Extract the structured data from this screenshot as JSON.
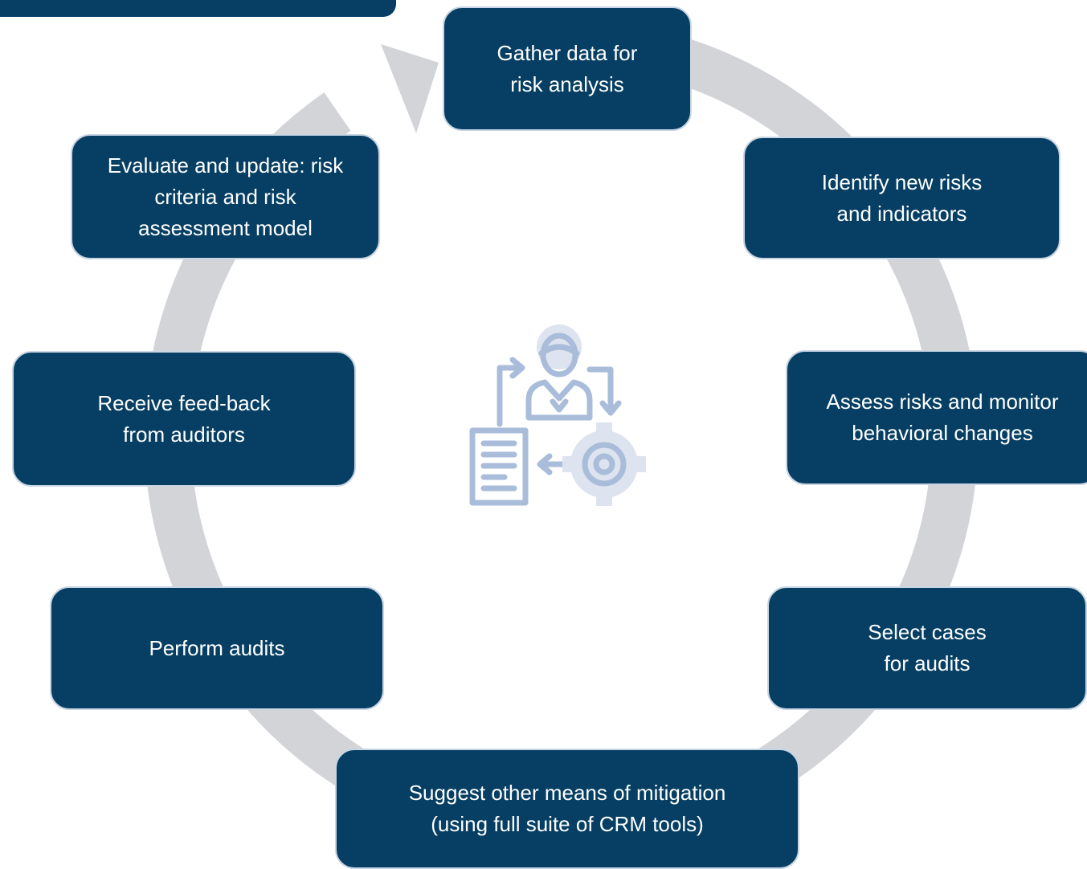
{
  "colors": {
    "box_fill": "#063f63",
    "box_text": "#ffffff",
    "box_border": "#c9d5e3",
    "ring": "#d3d4d8",
    "icon": "#a9bcd9",
    "icon_light": "#dde4ef"
  },
  "center_icon": "person-process-cycle-icon",
  "steps": [
    {
      "text": "Gather data for\nrisk analysis"
    },
    {
      "text": "Identify new risks\nand indicators"
    },
    {
      "text": "Assess risks and monitor\nbehavioral changes"
    },
    {
      "text": "Select cases\nfor audits"
    },
    {
      "text": "Suggest other means of mitigation\n(using full suite of CRM tools)"
    },
    {
      "text": "Perform audits"
    },
    {
      "text": "Receive feed-back\nfrom auditors"
    },
    {
      "text": "Evaluate and update: risk\ncriteria and risk\nassessment model"
    }
  ]
}
